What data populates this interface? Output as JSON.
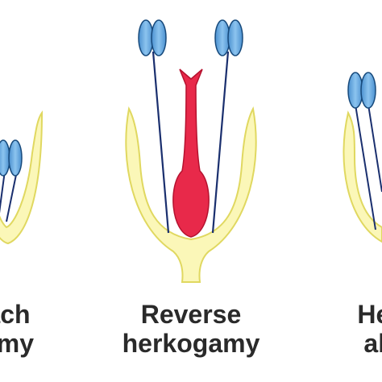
{
  "colors": {
    "petal_fill": "#fbf7b8",
    "petal_stroke": "#e0d860",
    "anther_fill": "#6aaee3",
    "anther_stroke": "#174a7c",
    "filament": "#1a2f6e",
    "pistil_fill": "#e8294a",
    "pistil_stroke": "#b5122f",
    "label_text": "#2a2a2a"
  },
  "panels": {
    "left": {
      "label_line1": "ach",
      "label_line2": "amy"
    },
    "center": {
      "label_line1": "Reverse",
      "label_line2": "herkogamy"
    },
    "right": {
      "label_line1": "Herk",
      "label_line2": "abs"
    }
  }
}
